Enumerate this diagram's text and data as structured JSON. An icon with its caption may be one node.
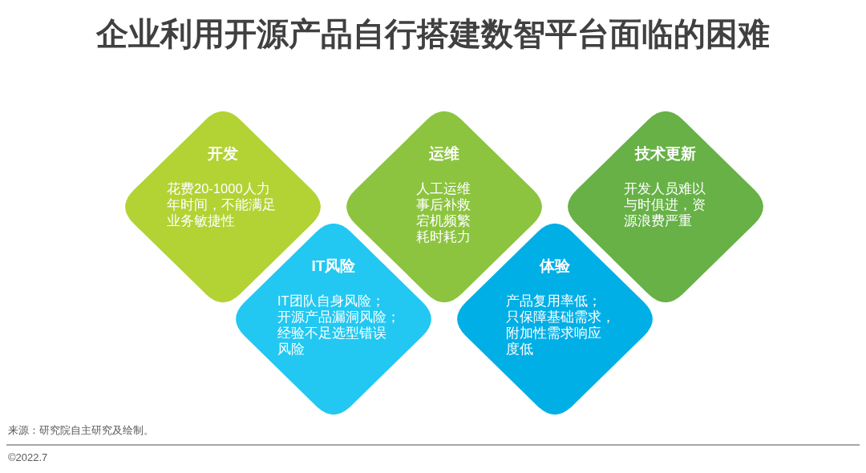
{
  "diagram": {
    "title": "企业利用开源产品自行搭建数智平台面临的困难",
    "nodes": [
      {
        "text": [
          "开发",
          "花费20-1000人力年时间，不能满足业务敏捷性"
        ]
      },
      {
        "text": [
          "IT风险",
          "IT团队自身风险；开源产品漏洞风险；经验不足选型错误风险"
        ]
      },
      {
        "text": [
          "运维",
          "人工运维事后补救宕机频繁耗时耗力"
        ]
      },
      {
        "text": [
          "体验",
          "产品复用率低；只保障基础需求，附加性需求响应度低"
        ]
      },
      {
        "text": [
          "技术更新",
          "开发人员难以与时俱进，资源浪费严重"
        ]
      }
    ],
    "labels": [
      "来源：研究院自主研究及绘制。",
      "©2022.7"
    ]
  }
}
